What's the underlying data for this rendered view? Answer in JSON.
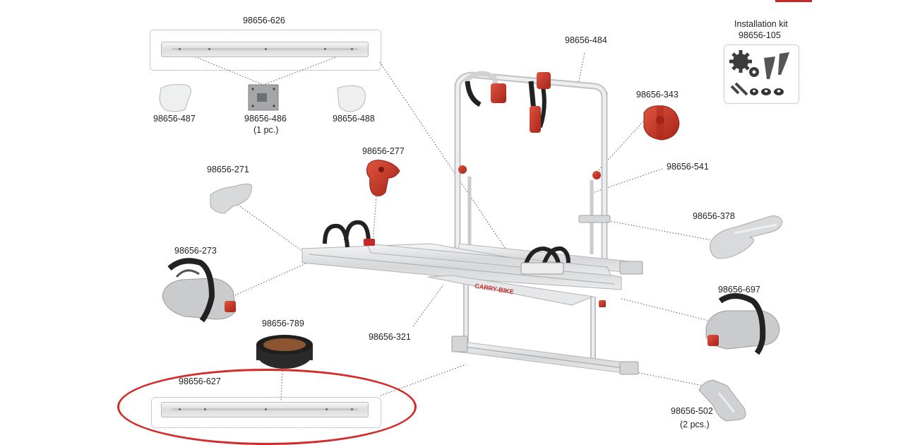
{
  "kit": {
    "title": "Installation kit",
    "code": "98656-105"
  },
  "parts": {
    "p626": "98656-626",
    "p484": "98656-484",
    "p487": "98656-487",
    "p486": "98656-486",
    "p486_qty": "(1 pc.)",
    "p488": "98656-488",
    "p343": "98656-343",
    "p277": "98656-277",
    "p271": "98656-271",
    "p541": "98656-541",
    "p378": "98656-378",
    "p273": "98656-273",
    "p697": "98656-697",
    "p789": "98656-789",
    "p321": "98656-321",
    "p627": "98656-627",
    "p502": "98656-502",
    "p502_qty": "(2 pcs.)"
  },
  "decal_text": "CARRY-BIKE",
  "colors": {
    "frame": "#d9dadc",
    "accent_red": "#c62828",
    "highlight": "#d62a2a",
    "strap": "#222222"
  }
}
